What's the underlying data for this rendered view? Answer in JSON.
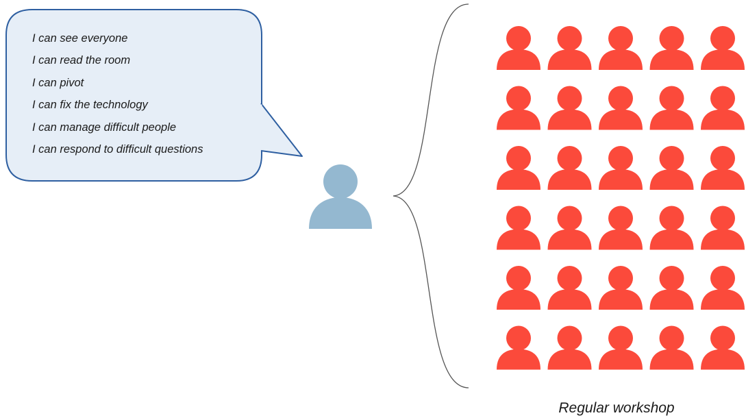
{
  "speech_bubble": {
    "lines": [
      "I can see everyone",
      "I can read the room",
      "I can pivot",
      "I can fix the technology",
      "I can manage difficult people",
      "I can respond to difficult questions"
    ],
    "fill_color": "#e6eef7",
    "border_color": "#2e5fa1"
  },
  "facilitator": {
    "icon": "person-icon",
    "color": "#94b8d0"
  },
  "audience": {
    "icon": "person-icon",
    "color": "#fb4a3b",
    "rows": 6,
    "columns": 5
  },
  "brace_color": "#555555",
  "caption": "Regular workshop"
}
